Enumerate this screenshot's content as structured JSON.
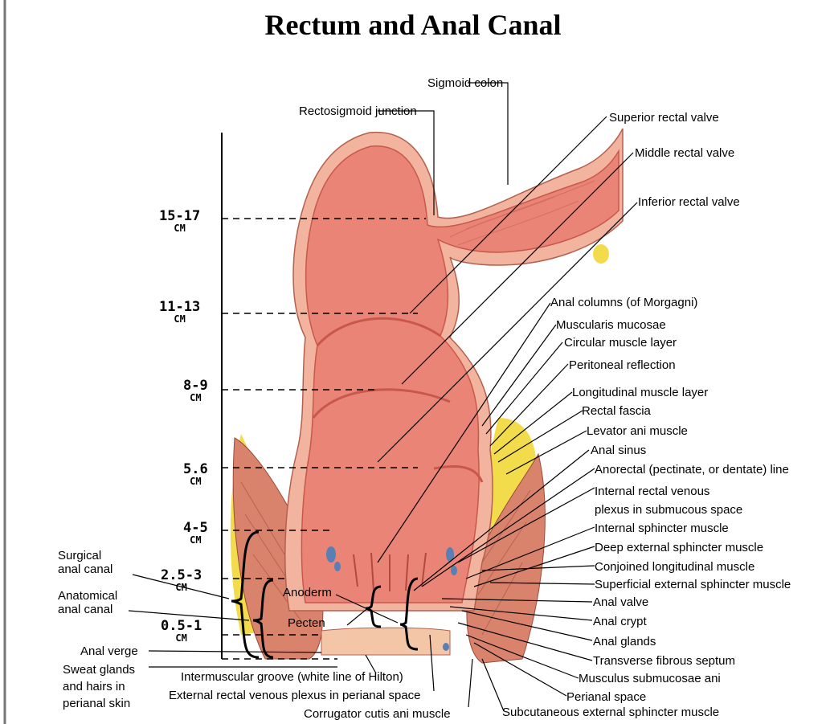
{
  "title": "Rectum and Anal Canal",
  "scale": [
    {
      "value": "15-17",
      "unit": "CM"
    },
    {
      "value": "11-13",
      "unit": "CM"
    },
    {
      "value": "8-9",
      "unit": "CM"
    },
    {
      "value": "5.6",
      "unit": "CM"
    },
    {
      "value": "4-5",
      "unit": "CM"
    },
    {
      "value": "2.5-3",
      "unit": "CM"
    },
    {
      "value": "0.5-1",
      "unit": "CM"
    }
  ],
  "left_labels": {
    "surgical": "Surgical\nanal canal",
    "anatomical": "Anatomical\nanal canal",
    "verge": "Anal verge",
    "sweat": "Sweat glands\nand hairs in\nperianal skin"
  },
  "inner_labels": {
    "anoderm": "Anoderm",
    "pecten": "Pecten"
  },
  "top_labels": {
    "sigmoid": "Sigmoid colon",
    "rectosigmoid": "Rectosigmoid junction"
  },
  "right_labels": [
    "Superior rectal valve",
    "Middle rectal valve",
    "Inferior rectal valve",
    "Anal columns (of Morgagni)",
    "Muscularis mucosae",
    "Circular muscle layer",
    "Peritoneal reflection",
    "Longitudinal muscle layer",
    "Rectal fascia",
    "Levator ani muscle",
    "Anal sinus",
    "Anorectal (pectinate, or dentate) line",
    "Internal rectal venous\nplexus in submucous space",
    "Internal sphincter muscle",
    "Deep external sphincter muscle",
    "Conjoined longitudinal muscle",
    "Superficial external sphincter muscle",
    "Anal valve",
    "Anal crypt",
    "Anal glands",
    "Transverse fibrous septum",
    "Musculus submucosae ani",
    "Perianal space",
    "Subcutaneous external sphincter muscle"
  ],
  "bottom_labels": {
    "hilton": "Intermuscular groove (white line of Hilton)",
    "external_plexus": "External rectal venous plexus in perianal space",
    "corrugator": "Corrugator cutis ani muscle"
  },
  "colors": {
    "mucosa": "#e98476",
    "mucosa_dark": "#c9584c",
    "wall": "#f2b39f",
    "fat": "#f3dc4c",
    "muscle": "#d9826c",
    "skin": "#f4c6a8"
  }
}
